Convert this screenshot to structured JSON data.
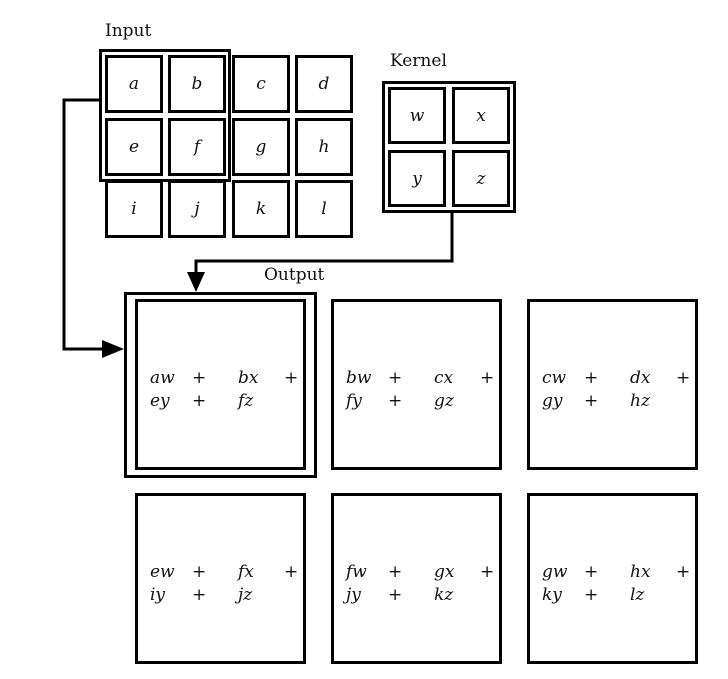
{
  "labels": {
    "input": "Input",
    "kernel": "Kernel",
    "output": "Output"
  },
  "input_cells": [
    "a",
    "b",
    "c",
    "d",
    "e",
    "f",
    "g",
    "h",
    "i",
    "j",
    "k",
    "l"
  ],
  "kernel_cells": [
    "w",
    "x",
    "y",
    "z"
  ],
  "outputs": [
    {
      "t1": "aw",
      "t2": "bx",
      "t3": "ey",
      "t4": "fz",
      "plus": "+"
    },
    {
      "t1": "bw",
      "t2": "cx",
      "t3": "fy",
      "t4": "gz",
      "plus": "+"
    },
    {
      "t1": "cw",
      "t2": "dx",
      "t3": "gy",
      "t4": "hz",
      "plus": "+"
    },
    {
      "t1": "ew",
      "t2": "fx",
      "t3": "iy",
      "t4": "jz",
      "plus": "+"
    },
    {
      "t1": "fw",
      "t2": "gx",
      "t3": "jy",
      "t4": "kz",
      "plus": "+"
    },
    {
      "t1": "gw",
      "t2": "hx",
      "t3": "ky",
      "t4": "lz",
      "plus": "+"
    }
  ]
}
